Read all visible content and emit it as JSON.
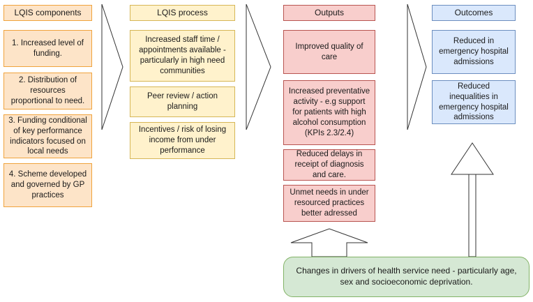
{
  "columns": {
    "components": {
      "header": "LQIS components",
      "items": [
        "1. Increased level of funding.",
        "2. Distribution of resources proportional to need.",
        "3. Funding conditional of key performance indicators focused on local needs",
        "4. Scheme developed and governed by GP practices"
      ]
    },
    "process": {
      "header": "LQIS process",
      "items": [
        "Increased staff time / appointments available - particularly in high need communities",
        "Peer review / action planning",
        "Incentives / risk of losing income from under performance"
      ]
    },
    "outputs": {
      "header": "Outputs",
      "items": [
        "Improved quality of care",
        "Increased preventative activity - e.g support for patients with high alcohol consumption (KPIs 2.3/2.4)",
        "Reduced delays in receipt of diagnosis and care.",
        "Unmet needs in under resourced practices better adressed"
      ]
    },
    "outcomes": {
      "header": "Outcomes",
      "items": [
        "Reduced in emergency hospital admissions",
        "Reduced inequalities in emergency hospital admissions"
      ]
    }
  },
  "drivers": "Changes in drivers of health service need - particularly age, sex and socioeconomic deprivation.",
  "colors": {
    "components": "#fde4c8",
    "process": "#fff2cc",
    "outputs": "#f8cecc",
    "outcomes": "#dae8fc",
    "drivers": "#d5e8d4"
  }
}
